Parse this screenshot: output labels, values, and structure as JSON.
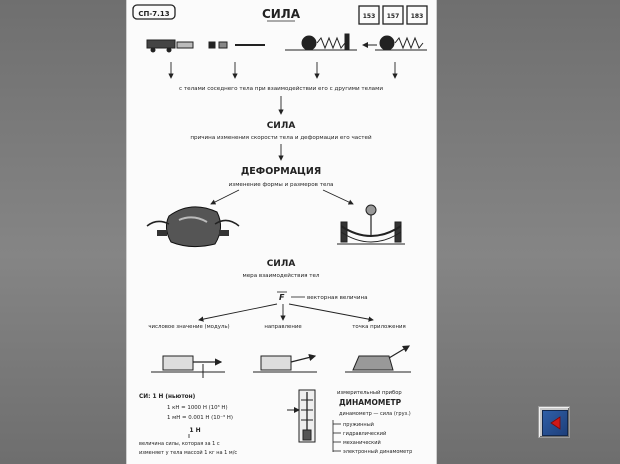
{
  "sheet": {
    "code": "СП-7.13",
    "title": "СИЛА",
    "page_refs": [
      "153",
      "157",
      "183"
    ],
    "line_interaction": "с телами соседнего тела при взаимодействии его с другими телами",
    "section_force": "СИЛА",
    "force_desc": "причина изменения скорости тела и деформации его частей",
    "section_deformation": "ДЕФОРМАЦИЯ",
    "deformation_desc": "изменение формы и размеров тела",
    "section_force2": "СИЛА",
    "force2_desc": "мера взаимодействия тел",
    "vector_symbol": "F",
    "vector_desc": "векторная величина",
    "col1": "числовое значение (модуль)",
    "col2": "направление",
    "col3": "точка приложения",
    "units_title": "СИ: 1 Н (ньютон)",
    "units_line1": "1 кН = 1000 Н (10³ Н)",
    "units_line2": "1 мН = 0.001 Н (10⁻³ Н)",
    "one_newton": "1 Н",
    "newton_desc1": "величина силы, которая за 1 с",
    "newton_desc2": "изменяет у тела массой 1 кг на 1 м/с",
    "device_title": "измерительный прибор",
    "device_name": "ДИНАМОМЕТР",
    "device_types": "динамометр — сила (груз.)",
    "device_item1": "пружинный",
    "device_item2": "гидравлический",
    "device_item3": "механический",
    "device_item4": "электронный динамометр"
  },
  "nav": {
    "icon": "back-arrow-icon"
  }
}
